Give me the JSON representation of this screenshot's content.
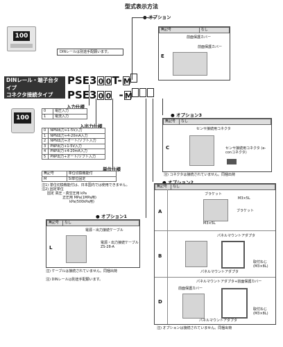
{
  "title": "型式表示方法",
  "din_note": "DINレールは別途手配願います。",
  "type_din": "DINレール・端子台タイプ",
  "type_conn": "コネクタ接続タイプ",
  "model_din": {
    "prefix": "PSE3",
    "d1": "0",
    "d2": "0",
    "suffix": "T-",
    "m": "M"
  },
  "model_conn": {
    "prefix": "PSE3",
    "d1": "0",
    "d2": "0",
    "suffix": "-",
    "m": "M"
  },
  "display_value": "100",
  "input_count": {
    "title": "入力仕様",
    "rows": [
      [
        "0",
        "電圧入力"
      ],
      [
        "1",
        "電流入力"
      ]
    ]
  },
  "io_spec": {
    "title": "入出力仕様",
    "rows": [
      [
        "0",
        "NPN出力+1-5V入力"
      ],
      [
        "1",
        "NPN出力+4-20mA入力"
      ],
      [
        "2",
        "NPN出力+オート/ソフト入力"
      ],
      [
        "3",
        "PNP出力+1-5V入力"
      ],
      [
        "4",
        "PNP出力+4-20mA入力"
      ],
      [
        "5",
        "PNP出力+オート/ソフト入力"
      ]
    ]
  },
  "unit_spec": {
    "title": "単位仕様",
    "rows": [
      [
        "無記号",
        "単位切換機能付"
      ],
      [
        "M",
        "SI単位固定"
      ]
    ],
    "notes": [
      "注1) 単位切換機能付は、日本国内では使用できません。",
      "注2) 固定単位",
      "固定 高圧・真空圧用 kPa",
      "正圧用 MPa(1MPa用)",
      "kPa(500kPa用)"
    ]
  },
  "option_top": {
    "title": "オプション",
    "header": [
      "無記号",
      "なし"
    ],
    "code": "E",
    "items": [
      "前面保護カバー",
      "前面保護カバー"
    ]
  },
  "option3": {
    "title": "オプション3",
    "header": [
      "無記号",
      "なし"
    ],
    "code": "C",
    "label1": "センサ接続用コネクタ",
    "label2": "センサ接続用コネクタ (e-conコネクタ)",
    "note": "注) コネクタは接続されていません。同梱出荷"
  },
  "option2": {
    "title": "オプション2",
    "header": [
      "無記号",
      "なし"
    ],
    "rows": [
      {
        "code": "A",
        "labels": [
          "ブラケット",
          "M3×5L",
          "ブラケット",
          "M3×5L"
        ]
      },
      {
        "code": "B",
        "labels": [
          "パネルマウントアダプタ",
          "取付ねじ (M3×8L)",
          "パネルマウントアダプタ"
        ]
      },
      {
        "code": "D",
        "labels": [
          "パネルマウントアダプタ+前面保護カバー",
          "前面保護カバー",
          "取付ねじ (M3×8L)",
          "パネルマウントアダプタ"
        ]
      }
    ],
    "note": "注) オプションは接続されていません。同梱出荷"
  },
  "option1": {
    "title": "オプション1",
    "header": [
      "無記号",
      "なし"
    ],
    "code": "L",
    "label1": "電源・出力接続ケーブル",
    "label2": "電源・出力接続ケーブル ZS-28-A",
    "note": "注) ケーブルは接続されていません。同梱出荷"
  },
  "din_note_bottom": "注) DINレールは別途手配願います。"
}
